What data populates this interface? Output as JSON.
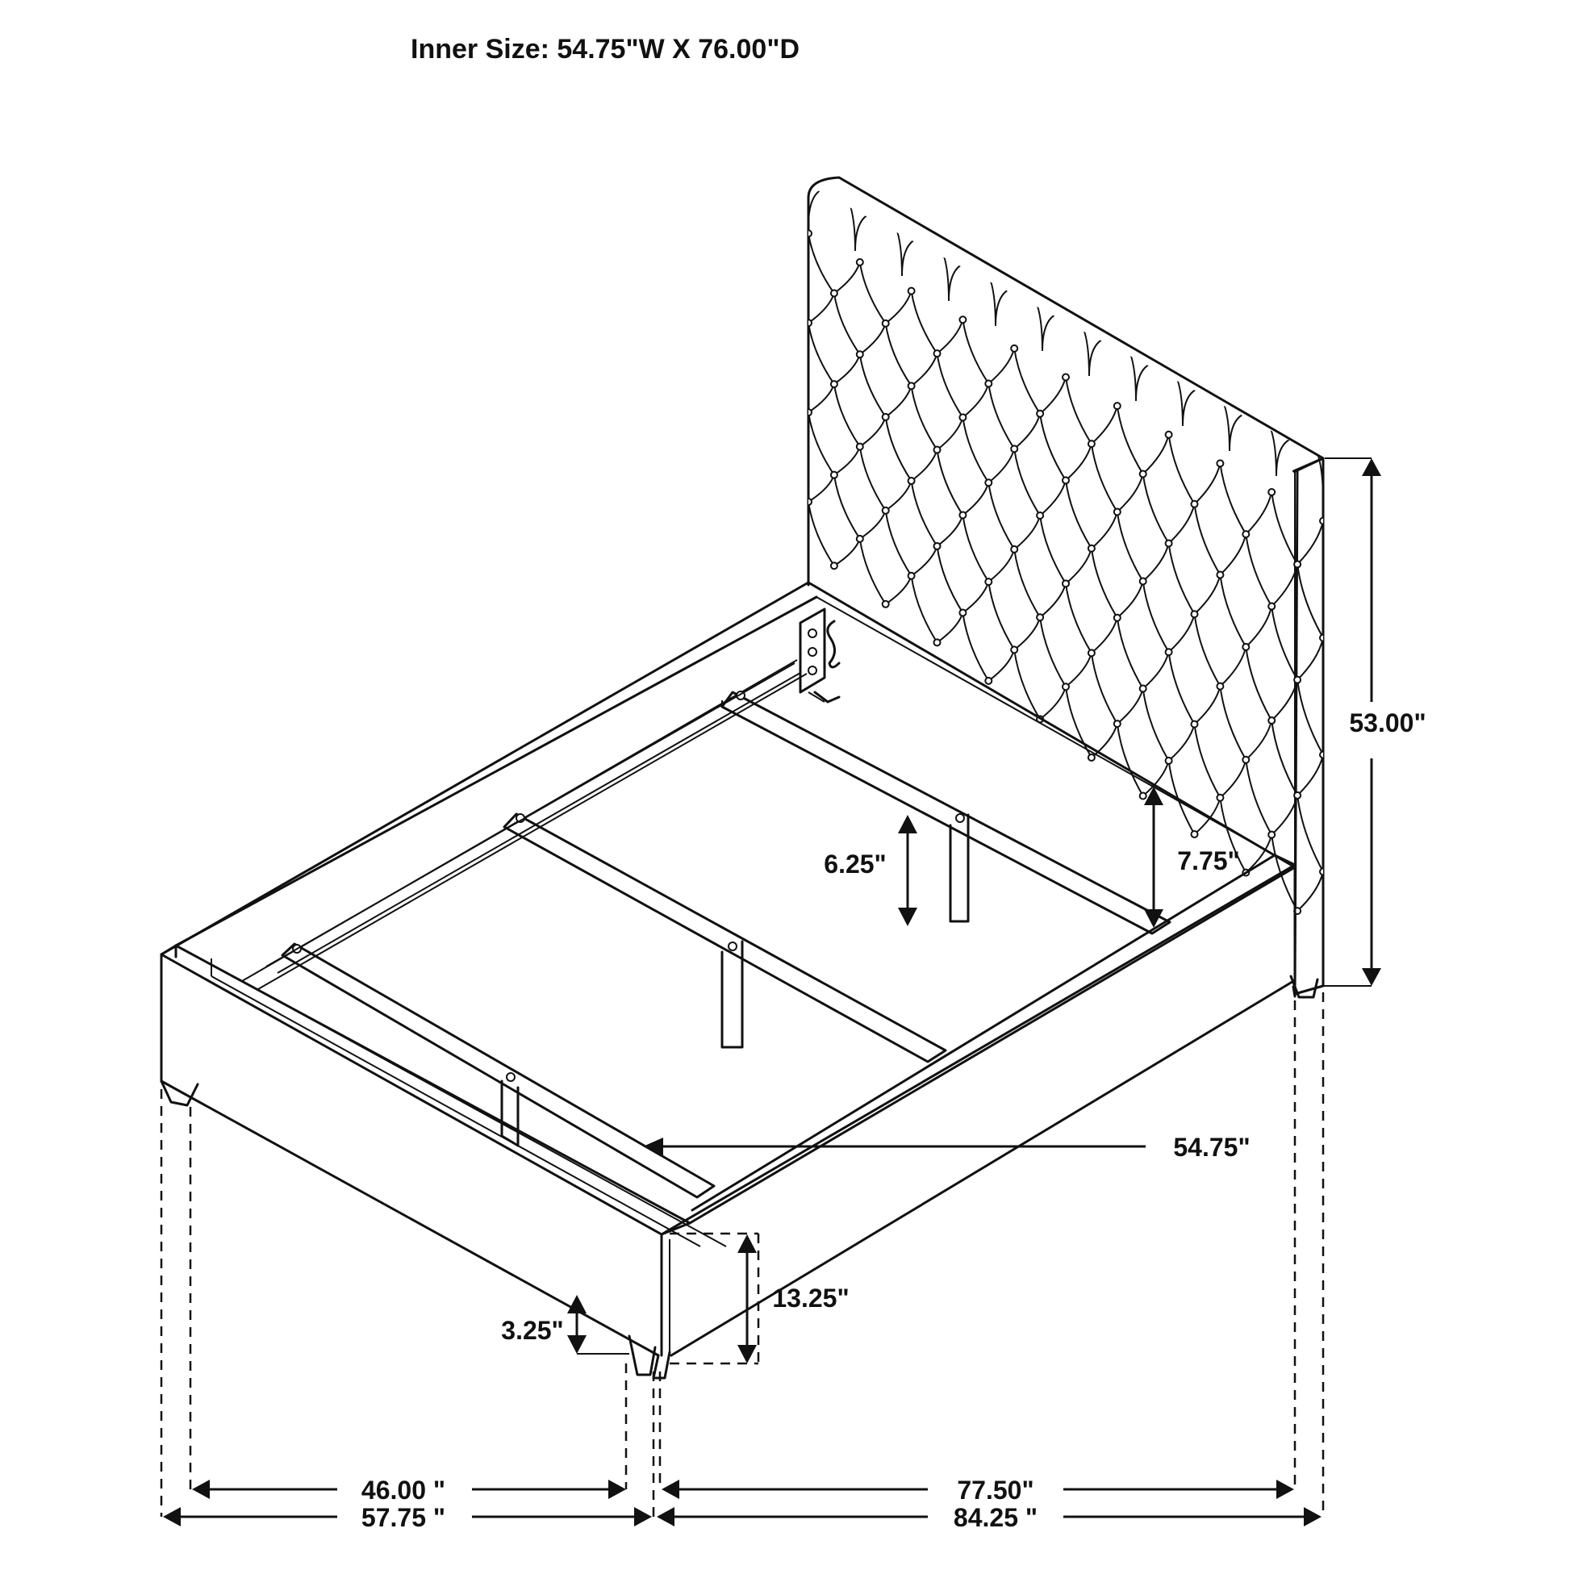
{
  "title": "Inner Size: 54.75\"W X 76.00\"D",
  "dimensions": {
    "headboard_height": "53.00\"",
    "rail_inner_height": "7.75\"",
    "slat_clearance": "6.25\"",
    "inner_width": "54.75\"",
    "footboard_height": "13.25\"",
    "leg_height": "3.25\"",
    "inner_width_front": "46.00 \"",
    "overall_width": "57.75 \"",
    "inner_length": "77.50\"",
    "overall_length": "84.25 \""
  }
}
